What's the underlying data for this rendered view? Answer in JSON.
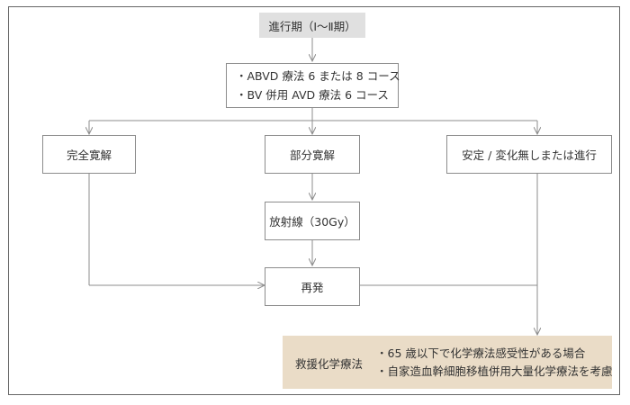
{
  "nodes": {
    "advanced": "進行期（Ⅰ～Ⅱ期）",
    "chemo_lines": [
      "・ABVD 療法 6 または 8 コース",
      "・BV 併用 AVD 療法 6 コース"
    ],
    "complete": "完全寛解",
    "partial": "部分寛解",
    "stable": "安定 / 変化無しまたは進行",
    "radiation": "放射線（30Gy）",
    "relapse": "再発",
    "salvage_title": "救援化学療法",
    "salvage_lines": [
      "・65 歳以下で化学療法感受性がある場合",
      "・自家造血幹細胞移植併用大量化学療法を考慮"
    ]
  },
  "colors": {
    "top_box_fill": "#e0e0e0",
    "salvage_fill": "#eadcc7",
    "line": "#8c8c8c"
  }
}
